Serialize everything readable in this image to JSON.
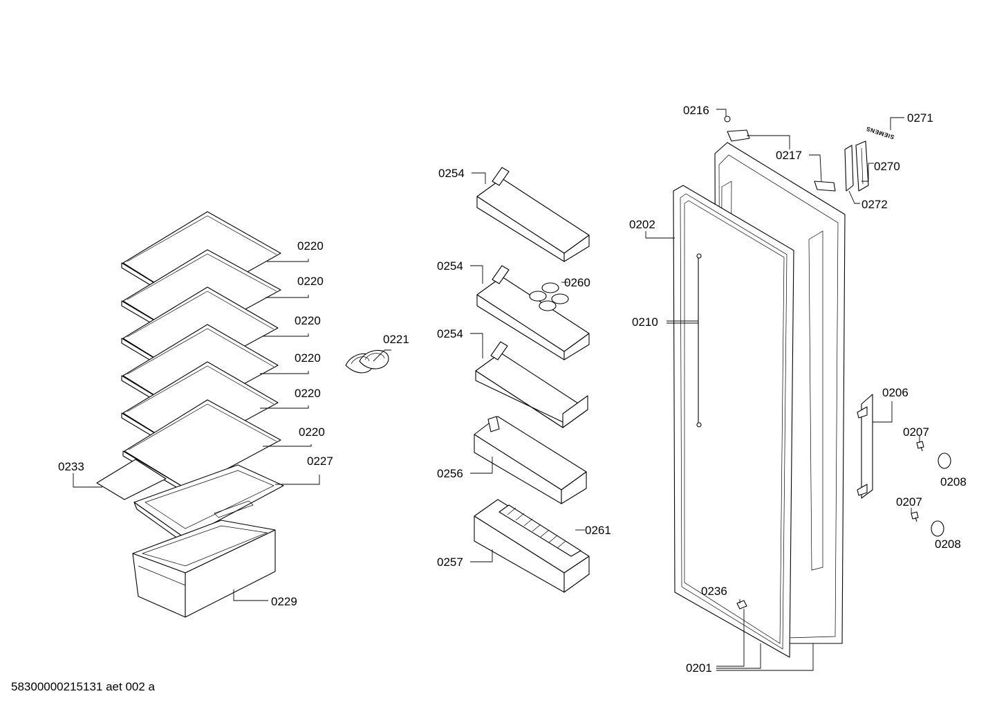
{
  "footer": {
    "text": "58300000215131 aet 002 a"
  },
  "logo": {
    "text": "SIEMENS"
  },
  "labels": {
    "p0201": "0201",
    "p0202": "0202",
    "p0206": "0206",
    "p0207a": "0207",
    "p0207b": "0207",
    "p0208a": "0208",
    "p0208b": "0208",
    "p0210": "0210",
    "p0216": "0216",
    "p0217": "0217",
    "p0220a": "0220",
    "p0220b": "0220",
    "p0220c": "0220",
    "p0220d": "0220",
    "p0220e": "0220",
    "p0220f": "0220",
    "p0221": "0221",
    "p0227": "0227",
    "p0229": "0229",
    "p0233": "0233",
    "p0236": "0236",
    "p0254a": "0254",
    "p0254b": "0254",
    "p0254c": "0254",
    "p0256": "0256",
    "p0257": "0257",
    "p0260": "0260",
    "p0261": "0261",
    "p0270": "0270",
    "p0271": "0271",
    "p0272": "0272"
  }
}
